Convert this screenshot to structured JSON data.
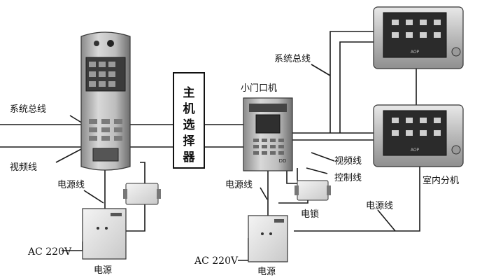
{
  "labels": {
    "system_bus_left": "系统总线",
    "video_line_left": "视频线",
    "power_line_left": "电源线",
    "ac_left": "AC 220V",
    "power_supply_left": "电源",
    "main_selector": [
      "主",
      "机",
      "选",
      "择",
      "器"
    ],
    "small_door_unit": "小门口机",
    "system_bus_right": "系统总线",
    "video_line_right": "视频线",
    "control_line": "控制线",
    "power_line_mid": "电源线",
    "electric_lock": "电锁",
    "indoor_unit": "室内分机",
    "power_line_right": "电源线",
    "ac_mid": "AC 220V",
    "power_supply_mid": "电源"
  },
  "device_marks": {
    "monitor_brand": "AOP",
    "door_unit_tag": "DD"
  },
  "colors": {
    "ink": "#1a1a1a",
    "device_dark": "#4a4a4a",
    "device_light": "#d9d9d9",
    "screen": "#2b2b2b"
  }
}
